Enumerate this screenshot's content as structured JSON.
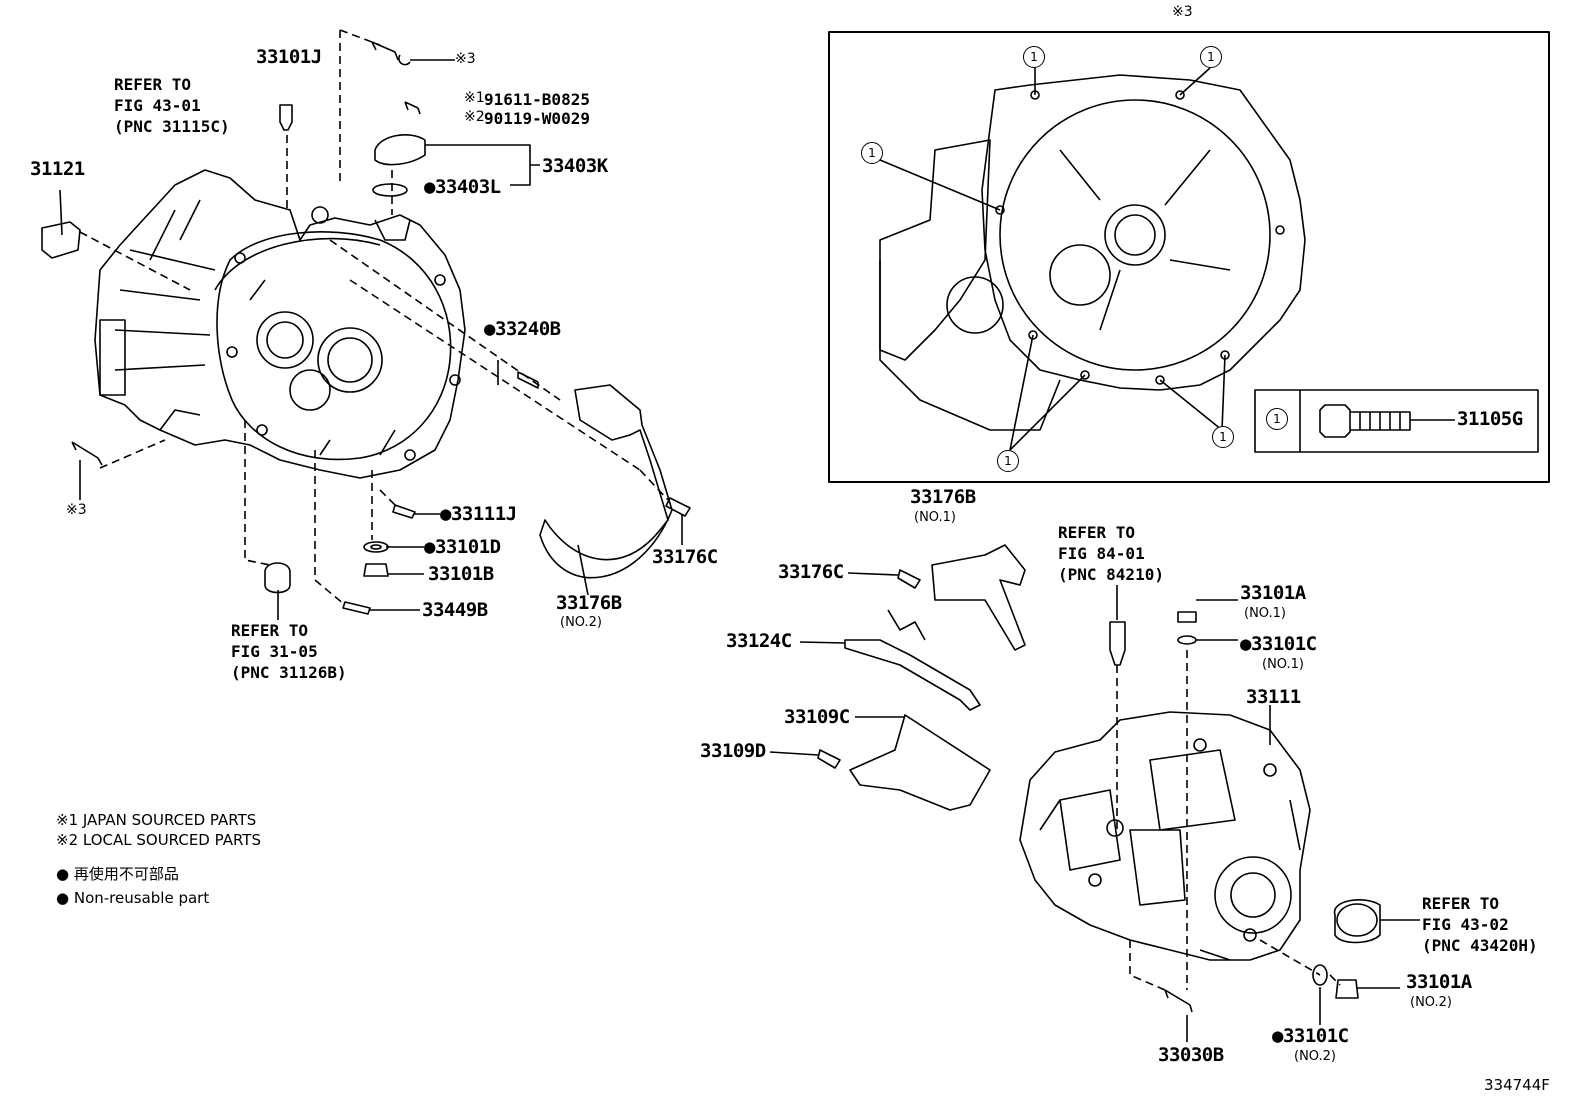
{
  "labels": {
    "p33101J": "33101J",
    "p31121": "31121",
    "p33403K": "33403K",
    "p33403L": "33403L",
    "p33240B": "33240B",
    "p33111J": "33111J",
    "p33101D": "33101D",
    "p33101B": "33101B",
    "p33449B": "33449B",
    "p33176B_no2": "33176B",
    "p33176B_no2_sub": "(NO.2)",
    "p33176C_left": "33176C",
    "p33176B_no1": "33176B",
    "p33176B_no1_sub": "(NO.1)",
    "p33176C_right": "33176C",
    "p33124C": "33124C",
    "p33109C": "33109C",
    "p33109D": "33109D",
    "p33101A_no1": "33101A",
    "p33101A_no1_sub": "(NO.1)",
    "p33101C_no1": "33101C",
    "p33101C_no1_sub": "(NO.1)",
    "p33111": "33111",
    "p33101A_no2": "33101A",
    "p33101A_no2_sub": "(NO.2)",
    "p33101C_no2": "33101C",
    "p33101C_no2_sub": "(NO.2)",
    "p33030B": "33030B",
    "p31105G": "31105G",
    "bolt1": "91611-B0825",
    "bolt2": "90119-W0029"
  },
  "marks": {
    "m1": "※1",
    "m2": "※2",
    "m3": "※3"
  },
  "refs": {
    "fig4301": "REFER TO\nFIG 43-01\n(PNC 31115C)",
    "fig3105": "REFER TO\nFIG 31-05\n(PNC 31126B)",
    "fig8401": "REFER TO\nFIG 84-01\n(PNC 84210)",
    "fig4302": "REFER TO\nFIG 43-02\n(PNC 43420H)"
  },
  "legend": {
    "japan": "※1 JAPAN SOURCED PARTS",
    "local": "※2 LOCAL SOURCED PARTS",
    "nonreuse_jp": "再使用不可部品",
    "nonreuse_en": "Non-reusable part"
  },
  "inset_circle": "1",
  "figure_id": "334744F"
}
